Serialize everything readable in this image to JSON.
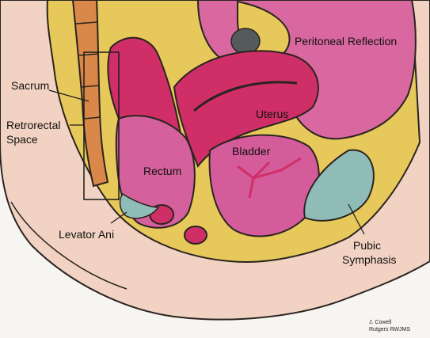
{
  "labels": {
    "sacrum": "Sacrum",
    "retrorectal_1": "Retrorectal",
    "retrorectal_2": "Space",
    "rectum": "Rectum",
    "levator_ani": "Levator Ani",
    "uterus": "Uterus",
    "bladder": "Bladder",
    "peritoneal_reflection": "Peritoneal Reflection",
    "pubic_1": "Pubic",
    "pubic_2": "Symphasis"
  },
  "credit": {
    "line1": "J. Cowell",
    "line2": "Rutgers RWJMS"
  },
  "colors": {
    "background": "#f7f5f1",
    "skin": "#f2d2c2",
    "fat_yellow": "#e7c85a",
    "peritoneum_pink": "#d8689f",
    "uterus_magenta": "#cf2f66",
    "rectum_pink": "#d4609c",
    "bladder_pink": "#d55c9a",
    "symphysis_teal": "#8fbcb7",
    "bowel_gray": "#555b5c",
    "outline": "#2a2420"
  }
}
